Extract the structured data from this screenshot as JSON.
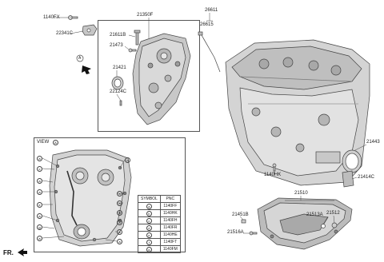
{
  "part_labels": {
    "p1140fx": "1140FX",
    "p22341c": "22341C",
    "p21350f": "21350F",
    "p21611b": "21611B",
    "p21473": "21473",
    "p21421": "21421",
    "p22124c": "22124C",
    "p26611": "26611",
    "p26615": "26615",
    "p21443": "21443",
    "p21414c": "21414C",
    "p1140hk": "1140HK",
    "p21510": "21510",
    "p21451b": "21451B",
    "p21513a": "21513A",
    "p21512": "21512",
    "p21516a": "21516A"
  },
  "view": {
    "title": "VIEW",
    "marker": "A"
  },
  "callout_a": "A",
  "symbol_table": {
    "headers": [
      "SYMBOL",
      "PNC"
    ],
    "rows": [
      {
        "symbol": "a",
        "pnc": "1140FF"
      },
      {
        "symbol": "b",
        "pnc": "1140HK"
      },
      {
        "symbol": "c",
        "pnc": "1140FH"
      },
      {
        "symbol": "d",
        "pnc": "1140FR"
      },
      {
        "symbol": "e",
        "pnc": "1140HE"
      },
      {
        "symbol": "f",
        "pnc": "1140FT"
      },
      {
        "symbol": "g",
        "pnc": "1140FM"
      }
    ]
  },
  "direction_label": "FR.",
  "colors": {
    "line": "#444444",
    "fill_light": "#d9d9d9",
    "fill_mid": "#bdbdbd",
    "fill_dark": "#8a8a8a"
  }
}
